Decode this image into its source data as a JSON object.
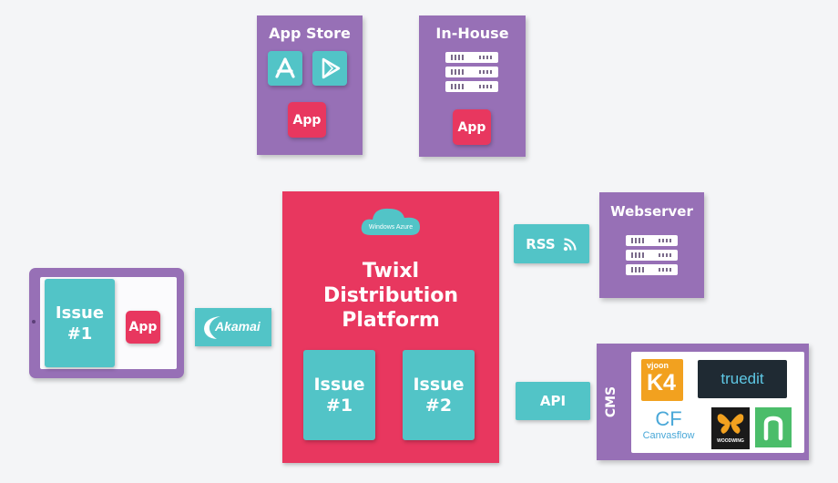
{
  "app_store": {
    "title": "App Store",
    "app_label": "App"
  },
  "in_house": {
    "title": "In-House",
    "app_label": "App"
  },
  "platform": {
    "cloud_label": "Windows Azure",
    "title_line1": "Twixl",
    "title_line2": "Distribution",
    "title_line3": "Platform",
    "issue1": "Issue\n#1",
    "issue2": "Issue\n#2"
  },
  "tablet": {
    "issue": "Issue\n#1",
    "app_label": "App"
  },
  "akamai": {
    "label": "Akamai"
  },
  "rss": {
    "label": "RSS"
  },
  "webserver": {
    "title": "Webserver"
  },
  "api": {
    "label": "API"
  },
  "cms": {
    "title": "CMS",
    "logos": {
      "vjoon_top": "vjoon",
      "vjoon_main": "K4",
      "truedit": "truedit",
      "canvasflow_mark": "CF",
      "canvasflow": "Canvasflow",
      "woodwing": "WOODWING"
    }
  },
  "colors": {
    "purple": "#9770b6",
    "teal": "#52c4c7",
    "pink": "#e8375f",
    "background": "#f4f5f7"
  }
}
